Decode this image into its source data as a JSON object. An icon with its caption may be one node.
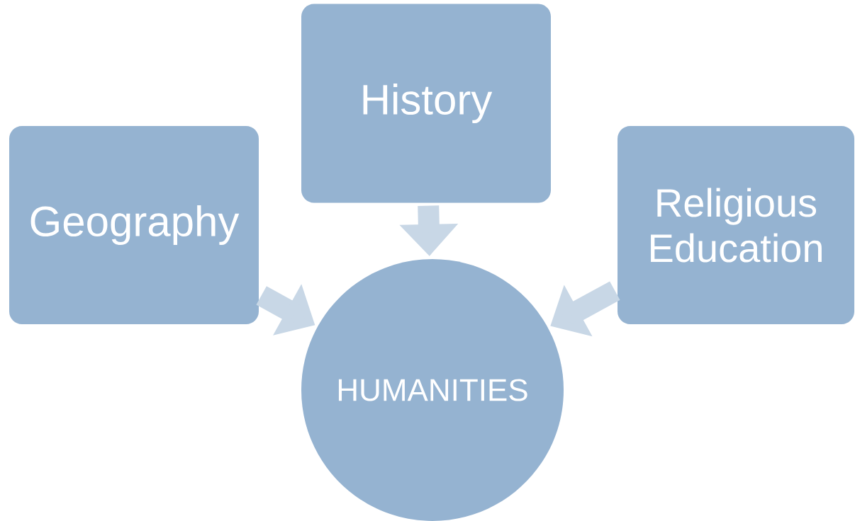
{
  "diagram": {
    "nodes": [
      {
        "text": [
          "History"
        ]
      },
      {
        "text": [
          "Geography"
        ]
      },
      {
        "text": [
          "Religious Education"
        ]
      },
      {
        "text": [
          "HUMANITIES"
        ]
      }
    ],
    "edges": [
      {
        "from": 0,
        "to": 3,
        "arrow": "to"
      },
      {
        "from": 1,
        "to": 3,
        "arrow": "to"
      },
      {
        "from": 2,
        "to": 3,
        "arrow": "to"
      }
    ]
  }
}
